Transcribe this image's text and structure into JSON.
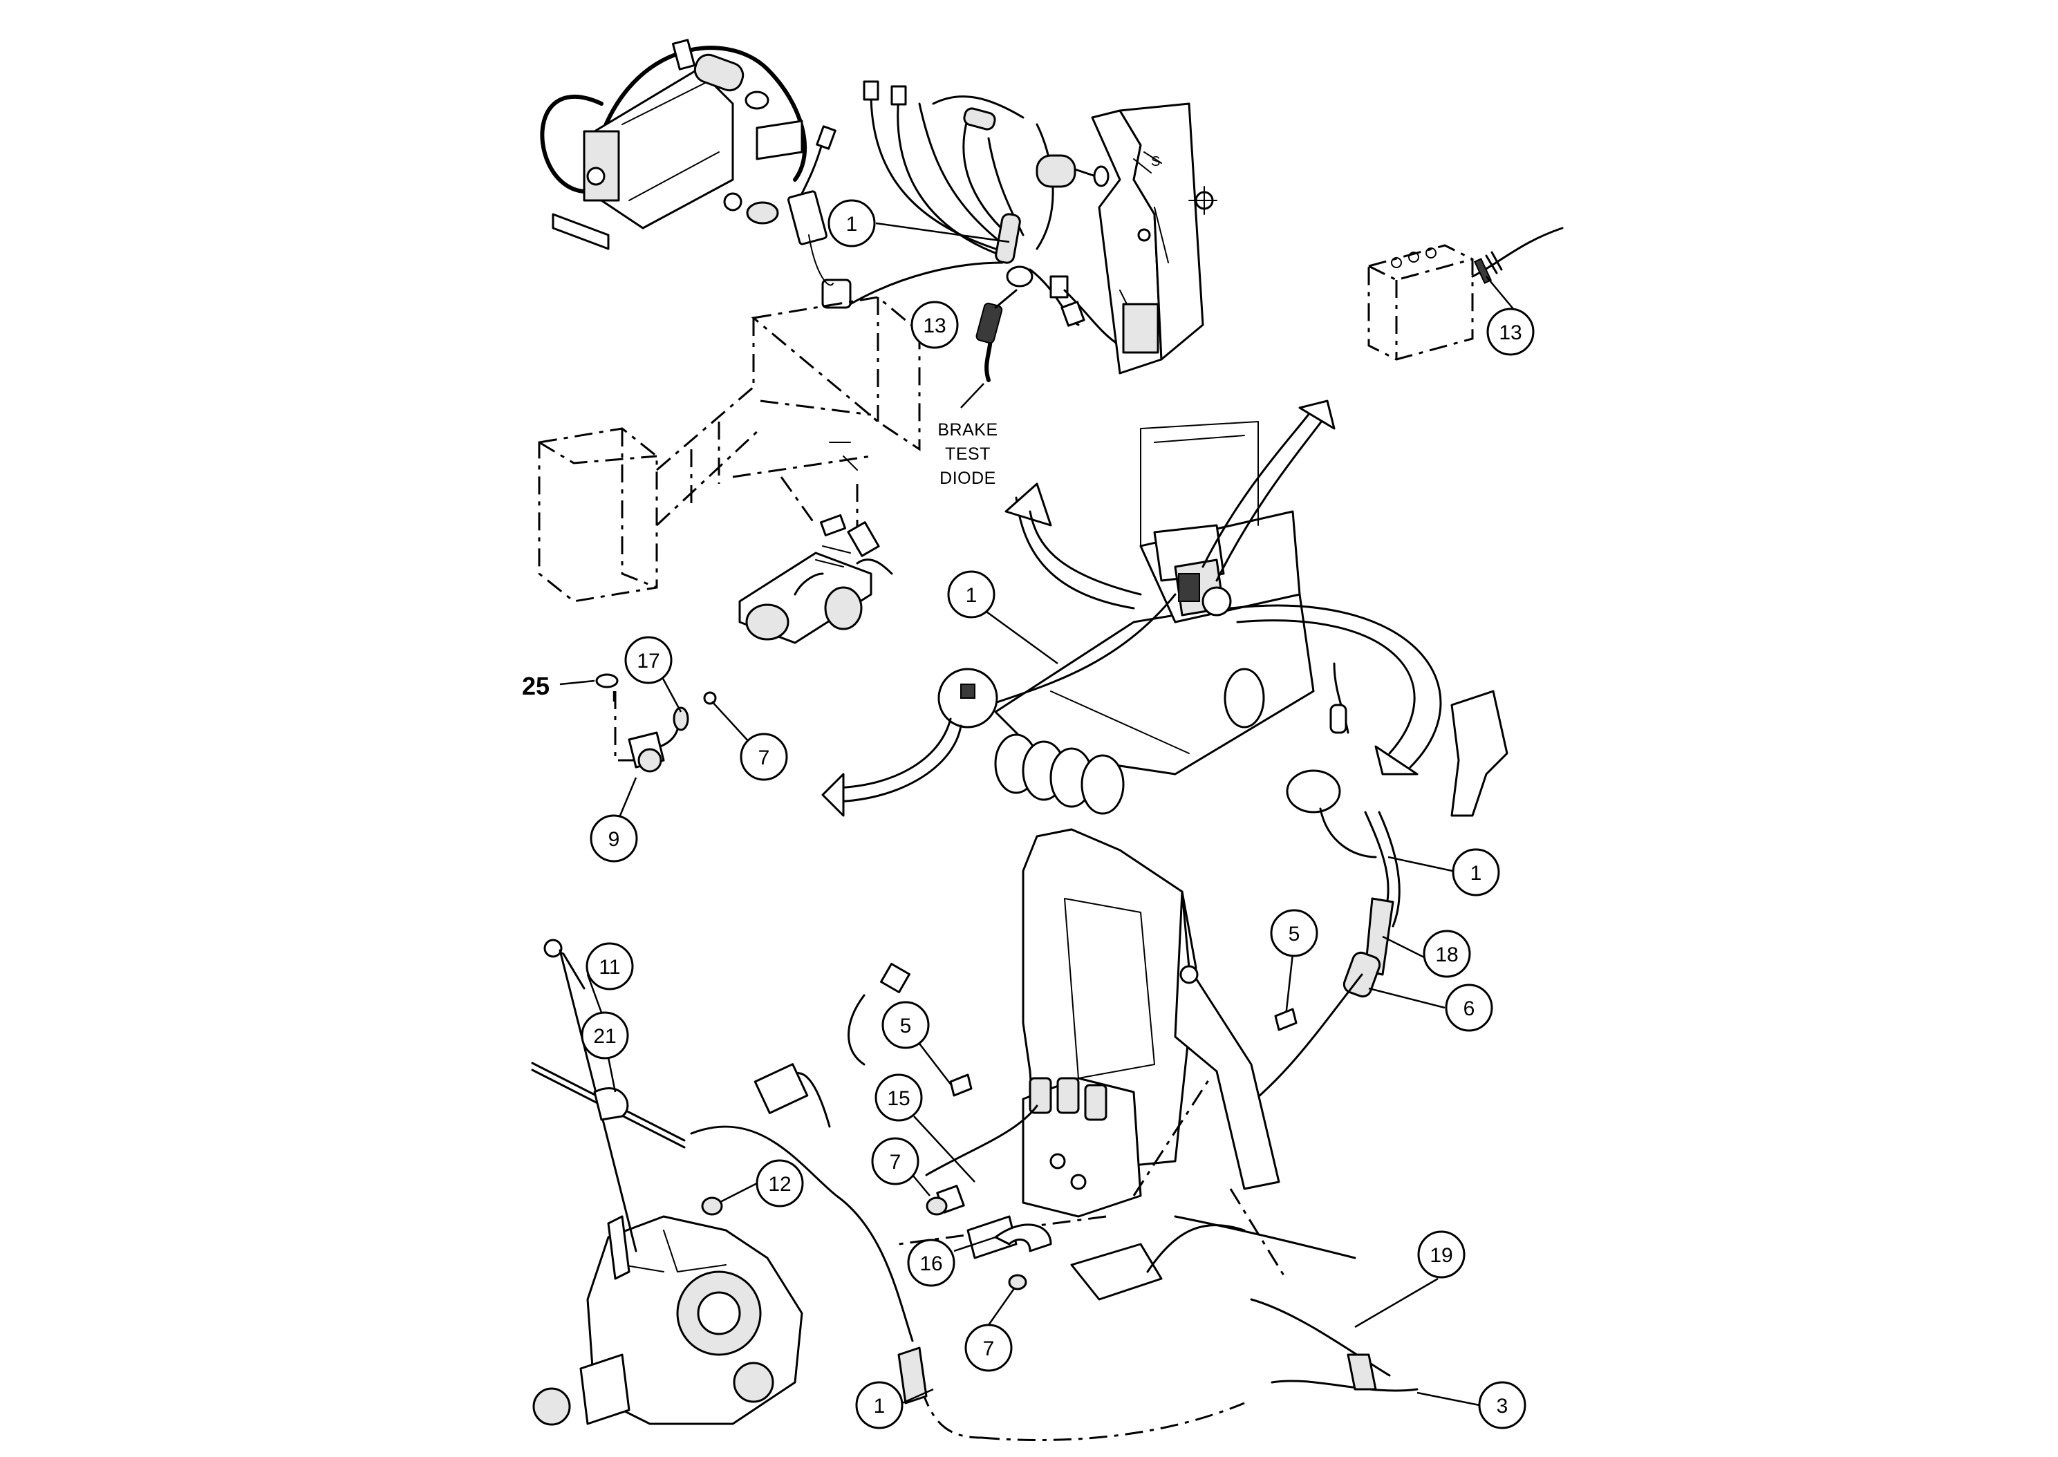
{
  "callouts": {
    "c1_top": "1",
    "c13_left": "13",
    "c13_right": "13",
    "c1_mid": "1",
    "c17": "17",
    "c7_mid": "7",
    "c9": "9",
    "c1_right": "1",
    "c18": "18",
    "c5_right": "5",
    "c6": "6",
    "c11": "11",
    "c21": "21",
    "c5_mid": "5",
    "c15": "15",
    "c7_low": "7",
    "c12": "12",
    "c16": "16",
    "c7_bottom": "7",
    "c19": "19",
    "c1_bottom": "1",
    "c3": "3"
  },
  "item_25": "25",
  "brake_test_diode": {
    "line1": "BRAKE",
    "line2": "TEST",
    "line3": "DIODE"
  }
}
